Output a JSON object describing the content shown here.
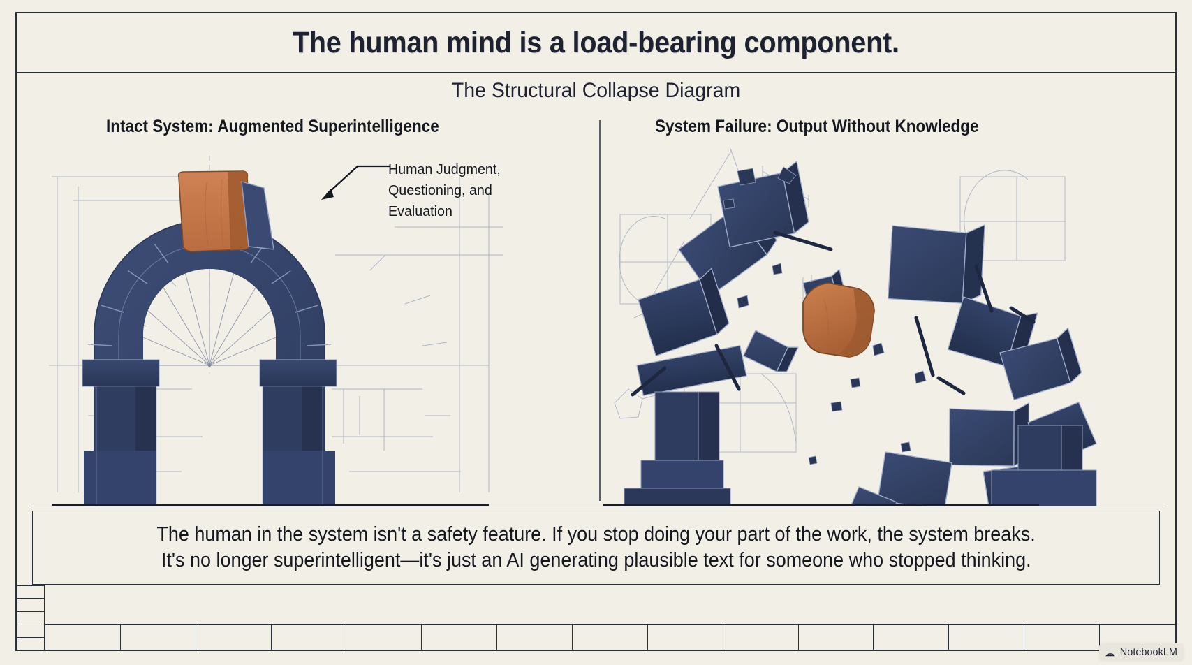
{
  "document": {
    "title": "The human mind is a load-bearing component.",
    "subtitle": "The Structural Collapse Diagram"
  },
  "panels": {
    "left": {
      "header": "Intact System: Augmented Superintelligence",
      "annotation": {
        "line1": "Human Judgment,",
        "line2": "Questioning, and",
        "line3": "Evaluation"
      }
    },
    "right": {
      "header": "System Failure: Output Without Knowledge"
    }
  },
  "caption": {
    "line1": "The human in the system isn't a safety feature. If you stop doing your part of the work, the system breaks.",
    "line2": "It's no longer superintelligent—it's just an AI generating plausible text for someone who stopped thinking."
  },
  "watermark": {
    "label": "NotebookLM",
    "icon": "notebooklm-spiral-icon"
  },
  "titleblock": {
    "left_column_cells": [
      "",
      "",
      "",
      "",
      ""
    ],
    "bottom_row_cells": [
      "",
      "",
      "",
      "",
      "",
      "",
      "",
      "",
      "",
      "",
      "",
      "",
      "",
      "",
      ""
    ]
  },
  "colors": {
    "paper": "#f2efe6",
    "ink": "#2b2f36",
    "stone_navy": "#33436b",
    "stone_navy_dark": "#243253",
    "stone_navy_light": "#44547c",
    "keystone_terracotta": "#c47a4b",
    "keystone_terracotta_dark": "#a25c32",
    "blueprint_line": "#9aa6bd"
  }
}
